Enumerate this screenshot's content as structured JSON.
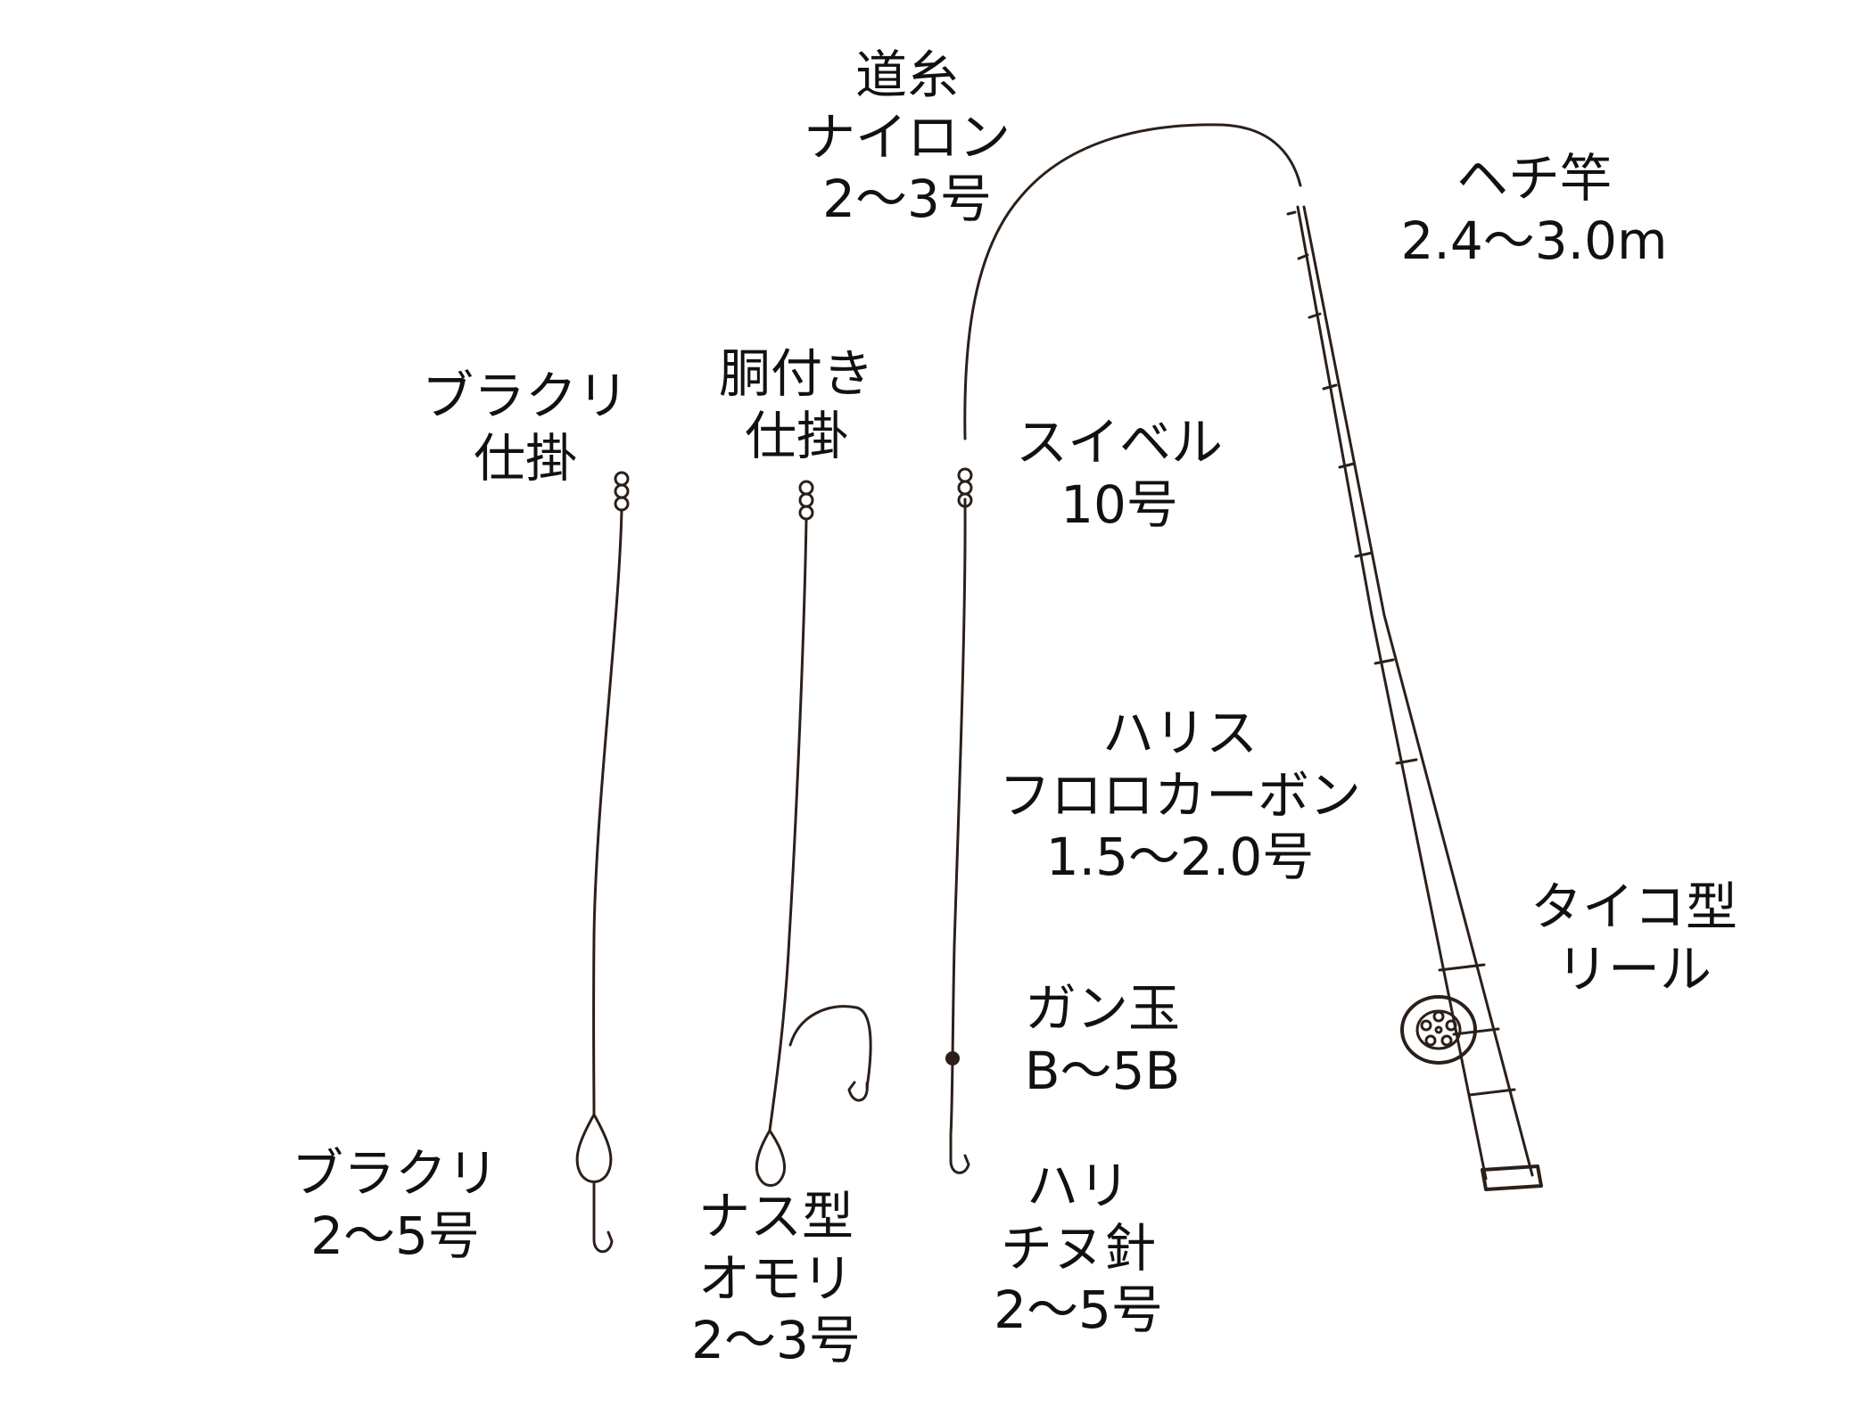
{
  "labels": {
    "line": [
      "道糸",
      "ナイロン",
      "2～3号"
    ],
    "rod": [
      "ヘチ竿",
      "2.4～3.0m"
    ],
    "burakuri_rig": [
      "ブラクリ",
      "仕掛"
    ],
    "dotsuki_rig": [
      "胴付き",
      "仕掛"
    ],
    "swivel": [
      "スイベル",
      "10号"
    ],
    "harisu": [
      "ハリス",
      "フロロカーボン",
      "1.5～2.0号"
    ],
    "reel": [
      "タイコ型",
      "リール"
    ],
    "split_shot": [
      "ガン玉",
      "B～5B"
    ],
    "burakuri_sinker": [
      "ブラクリ",
      "2～5号"
    ],
    "nasu_sinker": [
      "ナス型",
      "オモリ",
      "2～3号"
    ],
    "hook": [
      "ハリ",
      "チヌ針",
      "2～5号"
    ]
  },
  "colors": {
    "ink": "#2b2019",
    "text": "#111111",
    "background": "#ffffff"
  }
}
